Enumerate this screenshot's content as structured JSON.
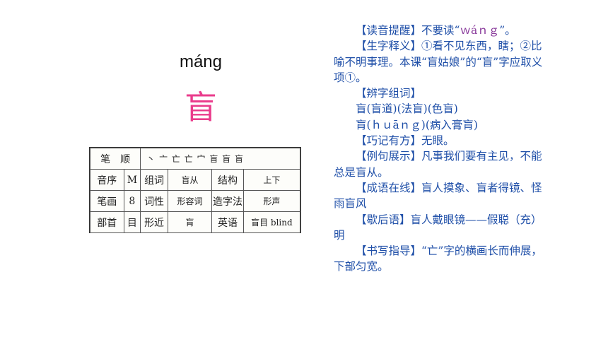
{
  "character": {
    "pinyin": "máng",
    "hanzi": "盲"
  },
  "card": {
    "r1": {
      "stroke_label": "笔　顺",
      "stroke_seq": "丶 亠 亡 亡 宀 盲 盲 盲"
    },
    "r2": {
      "l1": "音序",
      "v1": "M",
      "l2": "组词",
      "v2": "盲从",
      "l3": "结构",
      "v3": "上下"
    },
    "r3": {
      "l1": "笔画",
      "v1": "8",
      "l2": "词性",
      "v2": "形容词",
      "l3": "造字法",
      "v3": "形声"
    },
    "r4": {
      "l1": "部首",
      "v1": "目",
      "l2": "形近",
      "v2": "肓",
      "l3": "英语",
      "v3": "盲目 blind"
    }
  },
  "notes": {
    "p1_head": "【读音提醒】不要读“",
    "p1_pinyin": "ｗáｎｇ",
    "p1_tail": "”。",
    "p2": "【生字释义】①看不见东西，瞎；②比喻不明事理。本课“盲姑娘”的“盲”字应取义项①。",
    "p3": "【辨字组词】",
    "p4": "盲(盲道)(法盲)(色盲)",
    "p5": "肓(ｈｕāｎｇ)(病入膏肓)",
    "p6": "【巧记有方】无眼。",
    "p7": "【例句展示】凡事我们要有主见，不能总是盲从。",
    "p8": "【成语在线】盲人摸象、盲者得镜、怪雨盲风",
    "p9": "【歇后语】盲人戴眼镜——假聪（充）明",
    "p10": "【书写指导】“亡”字的横画长而伸展，下部匀宽。"
  }
}
